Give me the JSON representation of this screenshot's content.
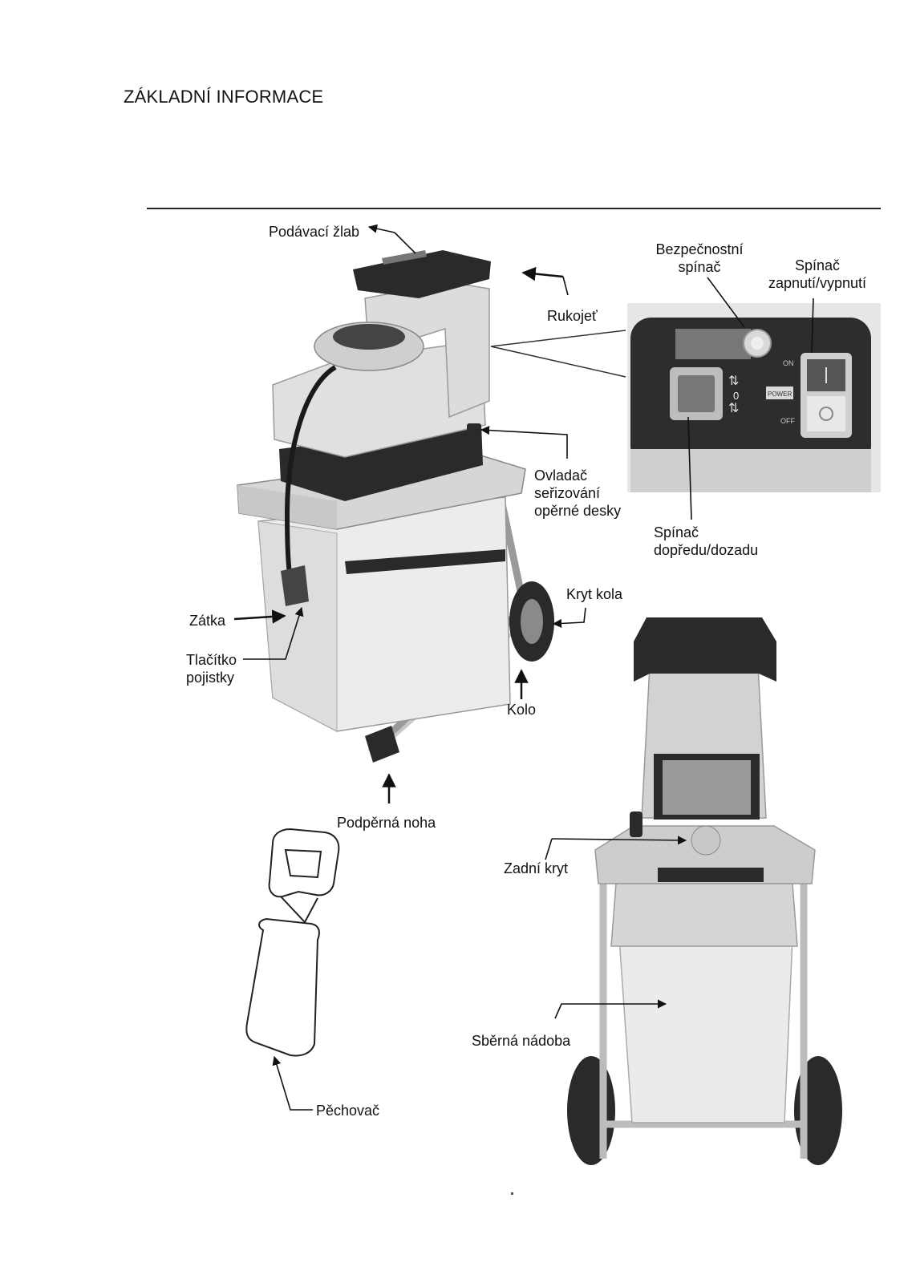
{
  "page": {
    "title": "ZÁKLADNÍ INFORMACE"
  },
  "labels": {
    "feed_chute": "Podávací žlab",
    "handle": "Rukojeť",
    "safety_switch_1": "Bezpečnostní",
    "safety_switch_2": "spínač",
    "onoff_switch_1": "Spínač",
    "onoff_switch_2": "zapnutí/vypnutí",
    "plate_adjust_1": "Ovladač",
    "plate_adjust_2": "seřizování",
    "plate_adjust_3": "opěrné desky",
    "direction_switch_1": "Spínač",
    "direction_switch_2": "dopředu/dozadu",
    "wheel_cover": "Kryt kola",
    "plug": "Zátka",
    "fuse_button_1": "Tlačítko",
    "fuse_button_2": "pojistky",
    "wheel": "Kolo",
    "support_leg": "Podpěrná noha",
    "rear_cover": "Zadní kryt",
    "collection_box": "Sběrná nádoba",
    "pusher": "Pěchovač"
  },
  "panel": {
    "on": "ON",
    "off": "OFF",
    "power": "POWER",
    "zero": "0"
  },
  "colors": {
    "text": "#111111",
    "rule": "#222222",
    "body_light": "#e2e2e2",
    "body_mid": "#bdbdbd",
    "dark": "#2a2a2a"
  }
}
